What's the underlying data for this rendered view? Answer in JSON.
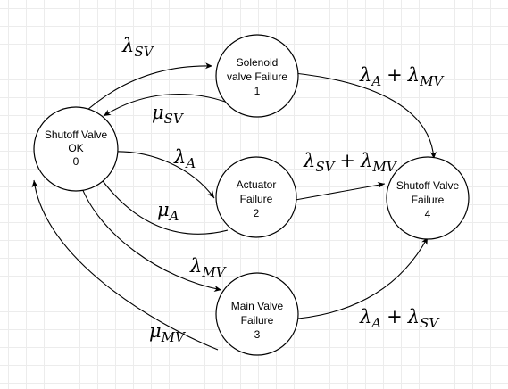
{
  "nodes": [
    {
      "id": "0",
      "line1": "Shutoff Valve",
      "line2": "OK",
      "line3": "0"
    },
    {
      "id": "1",
      "line1": "Solenoid",
      "line2": "valve Failure",
      "line3": "1"
    },
    {
      "id": "2",
      "line1": "Actuator",
      "line2": "Failure",
      "line3": "2"
    },
    {
      "id": "3",
      "line1": "Main Valve",
      "line2": "Failure",
      "line3": "3"
    },
    {
      "id": "4",
      "line1": "Shutoff Valve",
      "line2": "Failure",
      "line3": "4"
    }
  ],
  "edges": [
    {
      "from": "0",
      "to": "1",
      "label": {
        "sym": "λ",
        "sub": "SV"
      }
    },
    {
      "from": "1",
      "to": "0",
      "label": {
        "sym": "μ",
        "sub": "SV"
      }
    },
    {
      "from": "0",
      "to": "2",
      "label": {
        "sym": "λ",
        "sub": "A"
      }
    },
    {
      "from": "2",
      "to": "0",
      "label": {
        "sym": "μ",
        "sub": "A"
      }
    },
    {
      "from": "0",
      "to": "3",
      "label": {
        "sym": "λ",
        "sub": "MV"
      }
    },
    {
      "from": "3",
      "to": "0",
      "label": {
        "sym": "μ",
        "sub": "MV"
      }
    },
    {
      "from": "1",
      "to": "4",
      "label": {
        "sym": "λ",
        "sub": "A",
        "op": "+",
        "sym2": "λ",
        "sub2": "MV"
      }
    },
    {
      "from": "2",
      "to": "4",
      "label": {
        "sym": "λ",
        "sub": "SV",
        "op": "+",
        "sym2": "λ",
        "sub2": "MV"
      }
    },
    {
      "from": "3",
      "to": "4",
      "label": {
        "sym": "λ",
        "sub": "A",
        "op": "+",
        "sym2": "λ",
        "sub2": "SV"
      }
    }
  ]
}
